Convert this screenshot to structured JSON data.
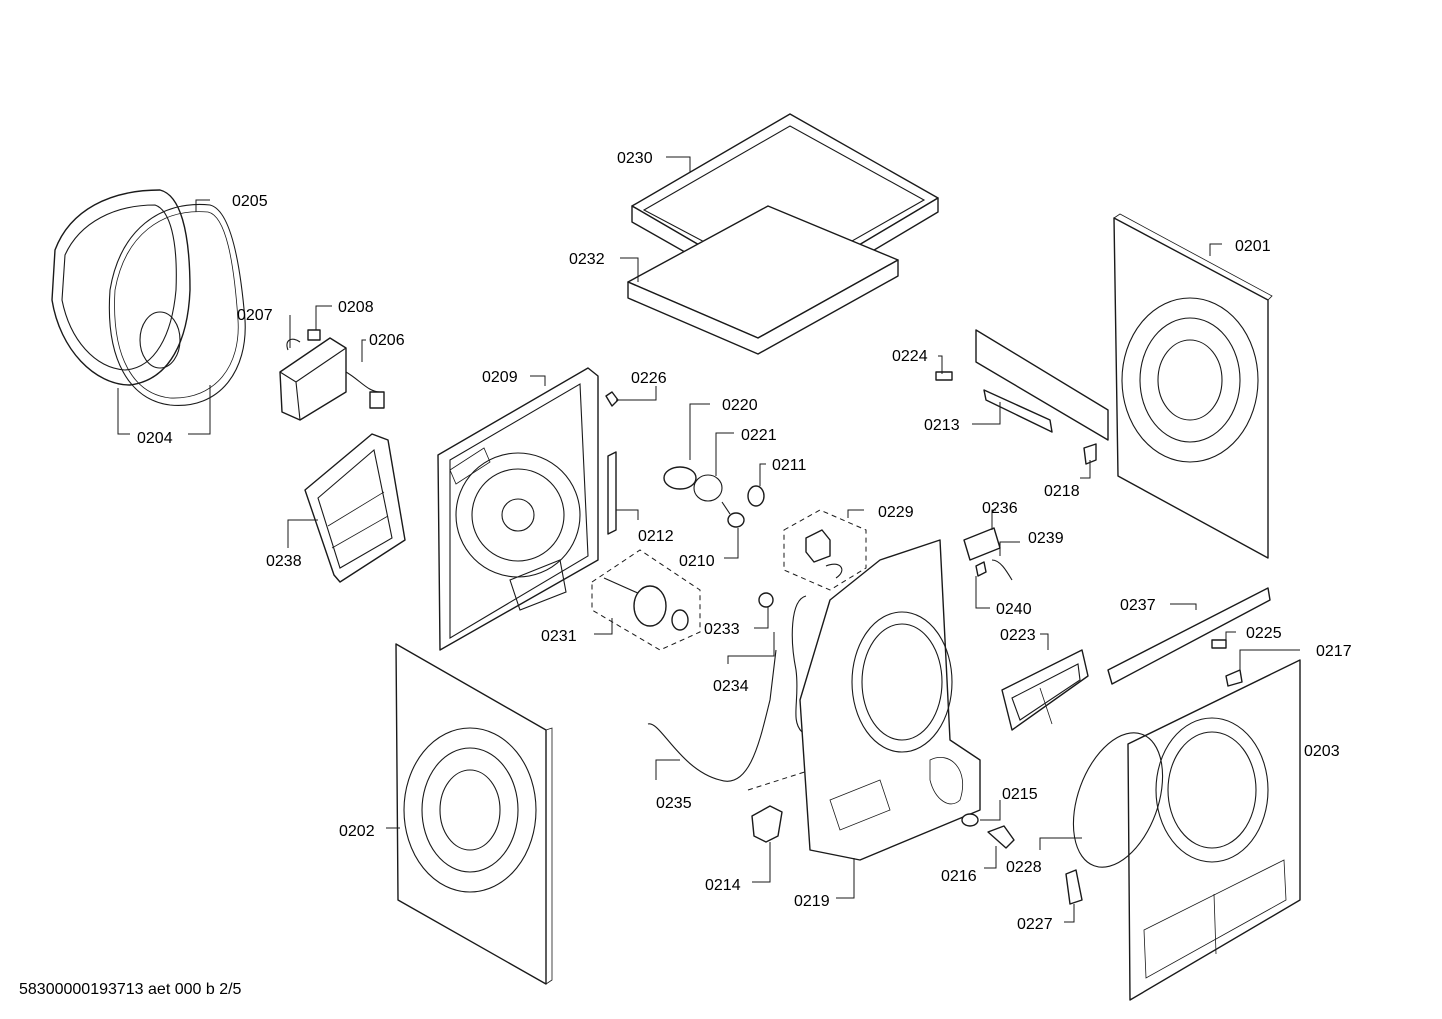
{
  "callouts": {
    "p0201": "0201",
    "p0202": "0202",
    "p0203": "0203",
    "p0204": "0204",
    "p0205": "0205",
    "p0206": "0206",
    "p0207": "0207",
    "p0208": "0208",
    "p0209": "0209",
    "p0210": "0210",
    "p0211": "0211",
    "p0212": "0212",
    "p0213": "0213",
    "p0214": "0214",
    "p0215": "0215",
    "p0216": "0216",
    "p0217": "0217",
    "p0218": "0218",
    "p0219": "0219",
    "p0220": "0220",
    "p0221": "0221",
    "p0223": "0223",
    "p0224": "0224",
    "p0225": "0225",
    "p0226": "0226",
    "p0227": "0227",
    "p0228": "0228",
    "p0229": "0229",
    "p0230": "0230",
    "p0231": "0231",
    "p0232": "0232",
    "p0233": "0233",
    "p0234": "0234",
    "p0235": "0235",
    "p0236": "0236",
    "p0237": "0237",
    "p0238": "0238",
    "p0239": "0239",
    "p0240": "0240"
  },
  "footer": {
    "code": "58300000193713 aet 000 b 2/5"
  }
}
